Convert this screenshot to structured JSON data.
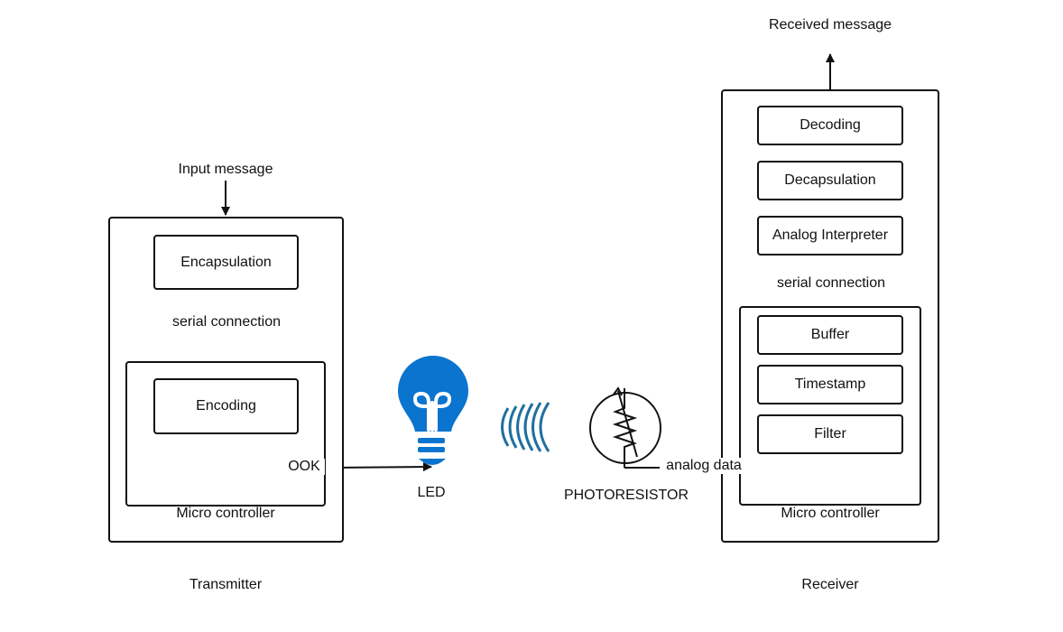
{
  "transmitter": {
    "input_label": "Input message",
    "encapsulation": "Encapsulation",
    "serial_label": "serial connection",
    "encoding": "Encoding",
    "micro_label": "Micro controller",
    "ook_label": "OOK",
    "caption": "Transmitter"
  },
  "led": {
    "label": "LED",
    "color": "#0a74cf"
  },
  "photoresistor": {
    "label": "PHOTORESISTOR"
  },
  "light_waves_color": "#1f6f9f",
  "receiver": {
    "output_label": "Received message",
    "decoding": "Decoding",
    "decapsulation": "Decapsulation",
    "analog_interpreter": "Analog Interpreter",
    "serial_label": "serial connection",
    "buffer": "Buffer",
    "timestamp": "Timestamp",
    "filter": "Filter",
    "micro_label": "Micro controller",
    "analog_label": "analog data",
    "caption": "Receiver"
  }
}
